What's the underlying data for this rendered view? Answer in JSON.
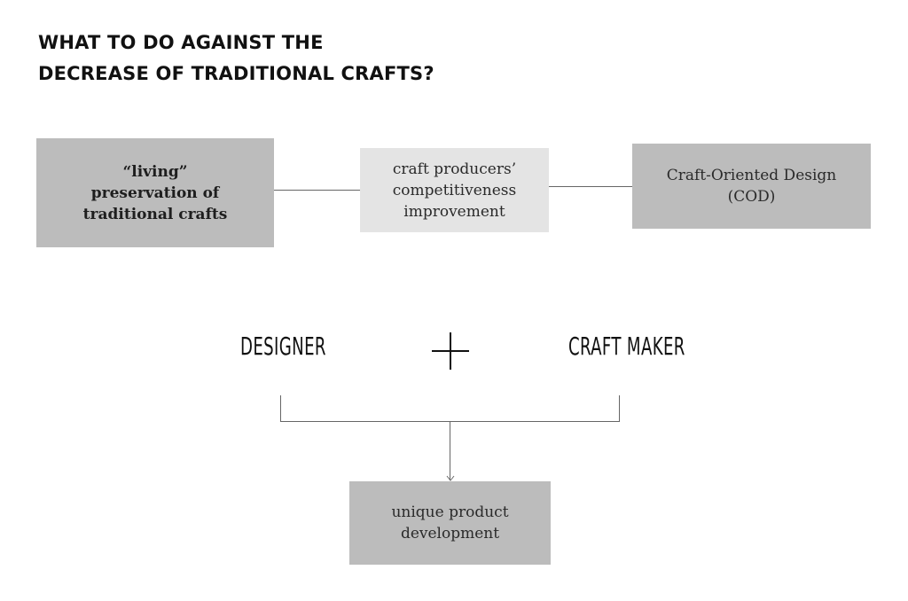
{
  "title": {
    "line1": "WHAT TO DO AGAINST THE",
    "line2": "DECREASE OF TRADITIONAL CRAFTS?"
  },
  "boxes": {
    "living": {
      "line1": "“living”",
      "line2": "preservation of",
      "line3": "traditional crafts"
    },
    "competitiveness": {
      "line1": "craft producers’",
      "line2": "competitiveness",
      "line3": "improvement"
    },
    "cod": {
      "line1": "Craft-Oriented Design",
      "line2": "(COD)"
    },
    "unique": {
      "line1": "unique product",
      "line2": "development"
    }
  },
  "actors": {
    "designer": "DESIGNER",
    "craft_maker": "CRAFT MAKER"
  },
  "icons": {
    "plus": "plus-icon",
    "arrow": "arrow-down-icon"
  },
  "colors": {
    "dark_box": "#bcbcbc",
    "light_box": "#e4e4e4",
    "connector": "#666666"
  }
}
